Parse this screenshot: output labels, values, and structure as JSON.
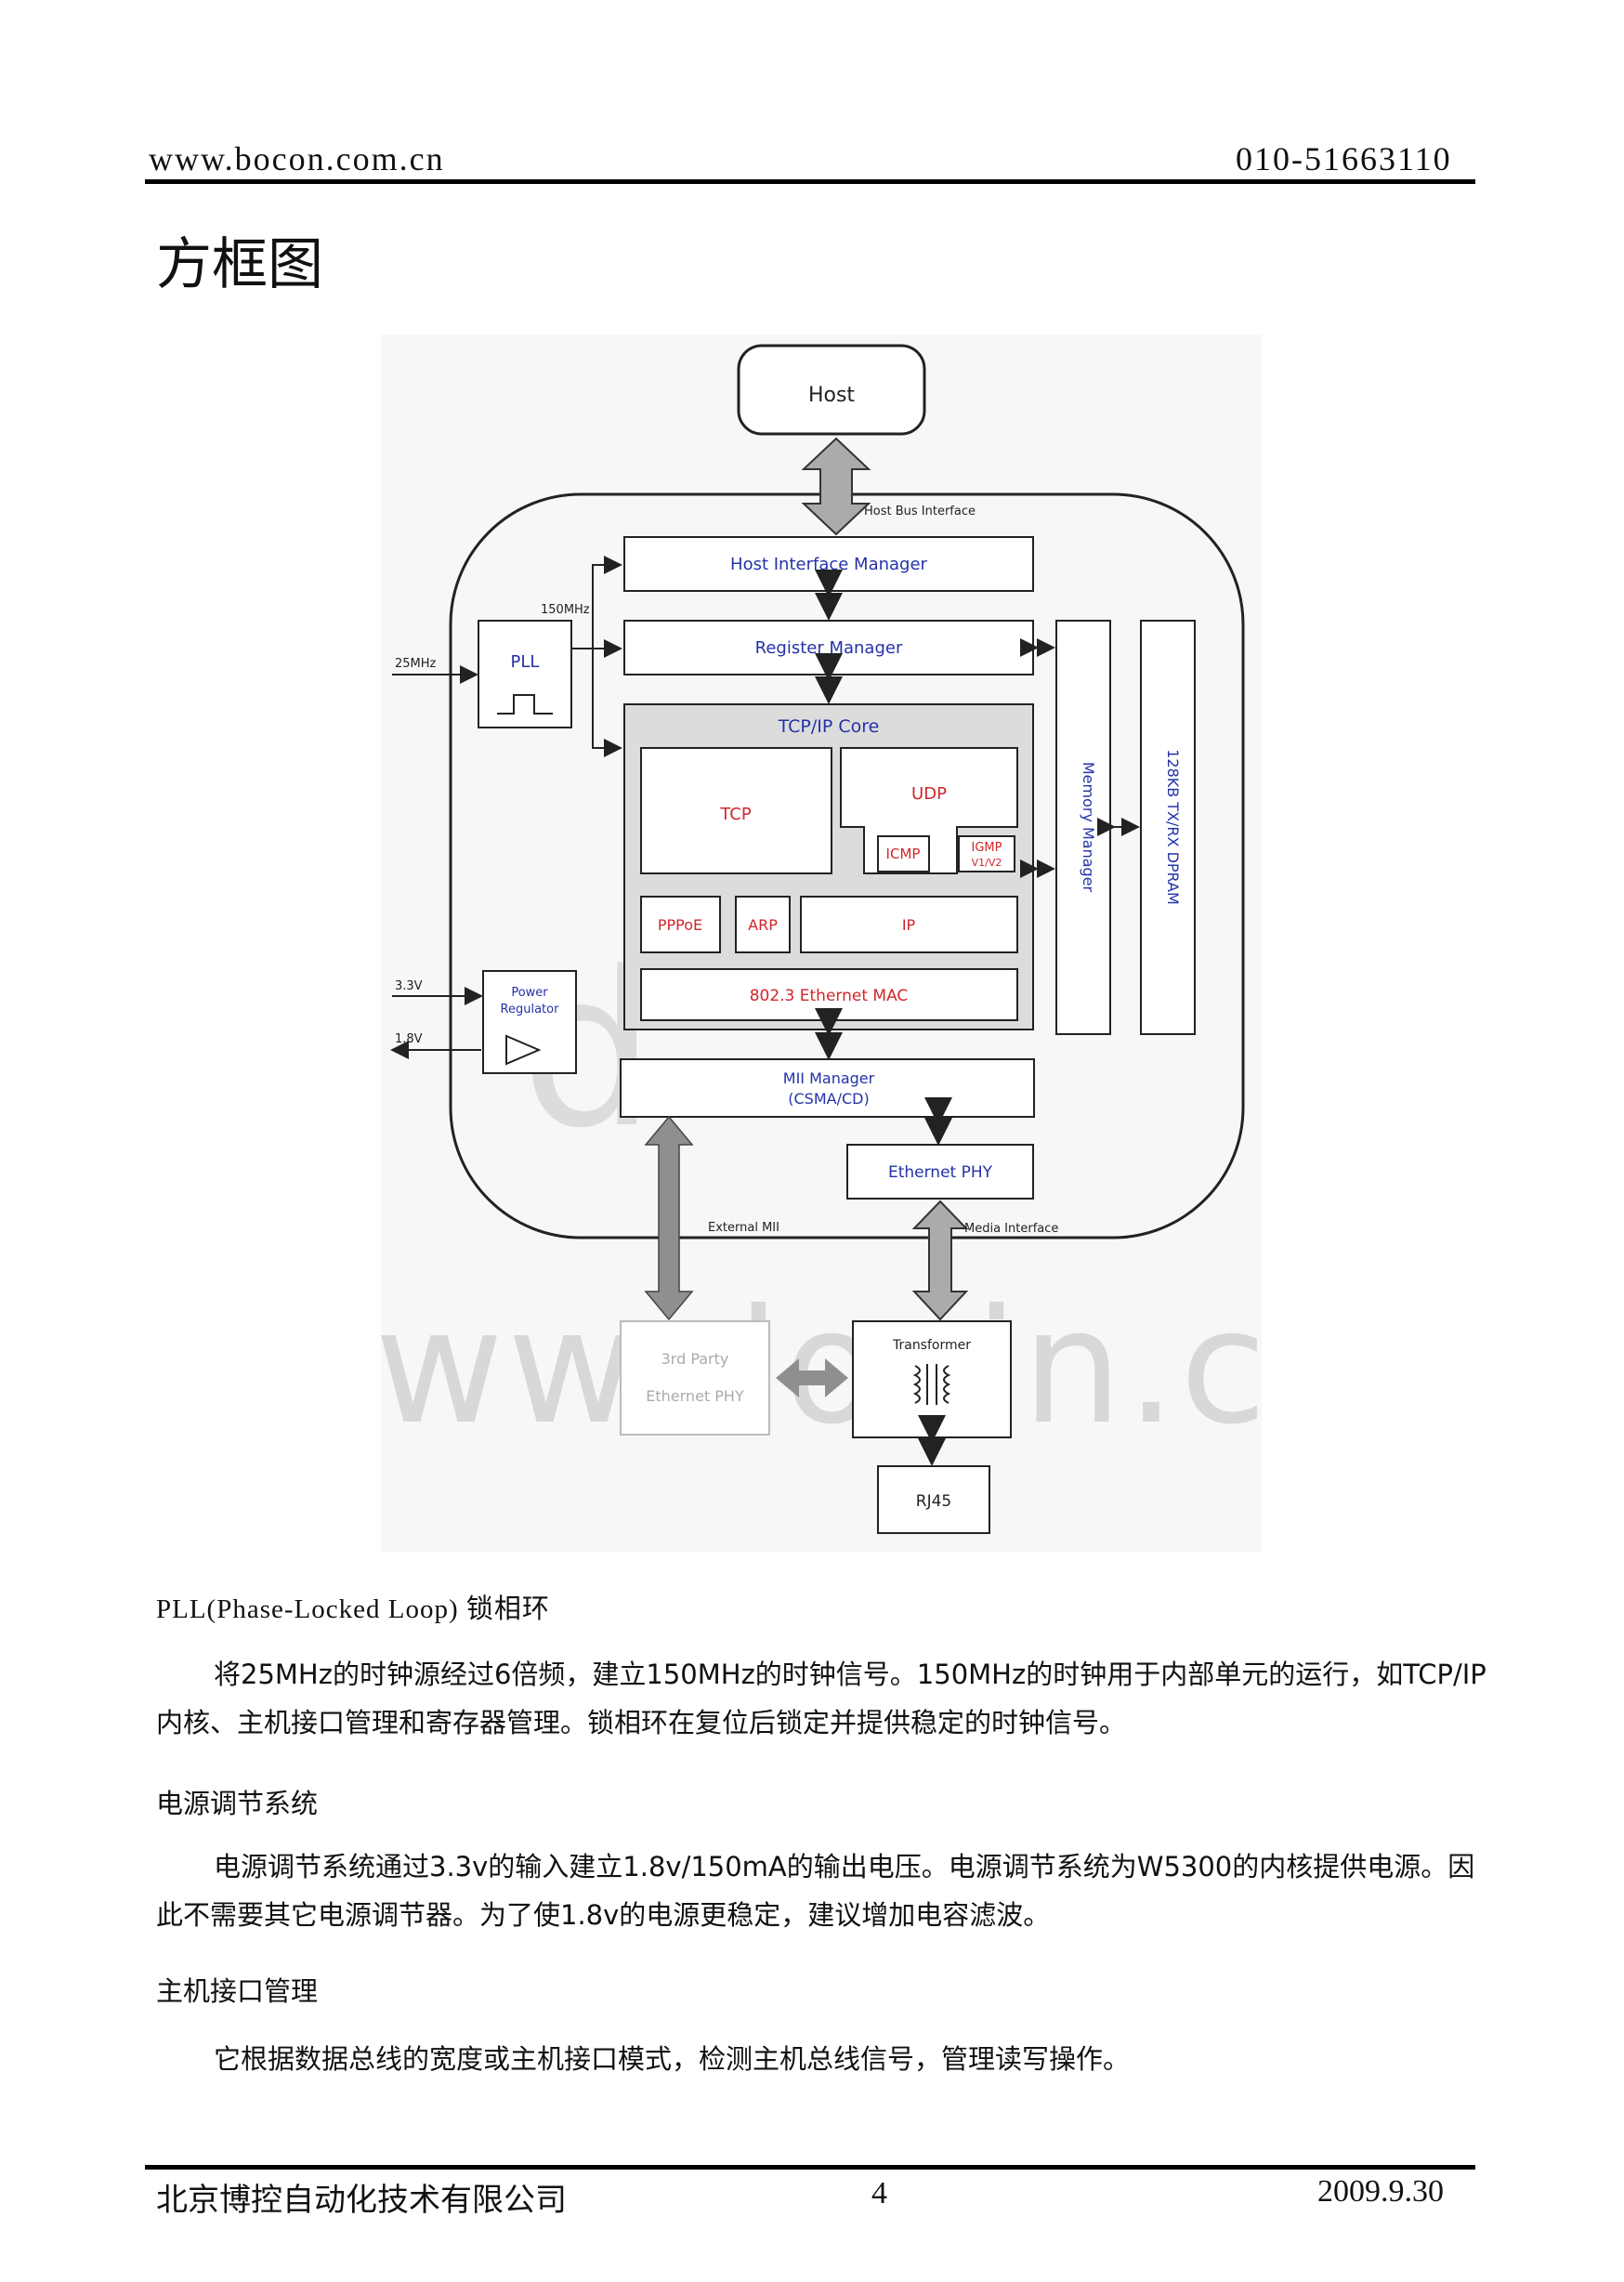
{
  "header": {
    "website": "www.bocon.com.cn",
    "phone": "010-51663110"
  },
  "page_title": "方框图",
  "diagram": {
    "host": "Host",
    "host_bus_interface": "Host Bus Interface",
    "host_interface_manager": "Host Interface Manager",
    "register_manager": "Register Manager",
    "pll": "PLL",
    "clock_in": "25MHz",
    "clock_out": "150MHz",
    "tcpip_core": "TCP/IP Core",
    "tcp": "TCP",
    "udp": "UDP",
    "icmp": "ICMP",
    "igmp_line1": "IGMP",
    "igmp_line2": "V1/V2",
    "pppoe": "PPPoE",
    "arp": "ARP",
    "ip": "IP",
    "ethernet_mac": "802.3 Ethernet MAC",
    "memory_manager": "Memory Manager",
    "dpram": "128KB TX/RX DPRAM",
    "power_line1": "Power",
    "power_line2": "Regulator",
    "v_in": "3.3V",
    "v_out": "1.8V",
    "mii_line1": "MII Manager",
    "mii_line2": "(CSMA/CD)",
    "ethernet_phy": "Ethernet PHY",
    "external_mii": "External MII",
    "media_interface": "Media Interface",
    "third_party_line1": "3rd Party",
    "third_party_line2": "Ethernet PHY",
    "transformer": "Transformer",
    "rj45": "RJ45",
    "watermark_top": "d",
    "watermark_bottom": "www.docin.com"
  },
  "sections": [
    {
      "heading": "PLL(Phase-Locked Loop) 锁相环",
      "body": "将25MHz的时钟源经过6倍频，建立150MHz的时钟信号。150MHz的时钟用于内部单元的运行，如TCP/IP内核、主机接口管理和寄存器管理。锁相环在复位后锁定并提供稳定的时钟信号。"
    },
    {
      "heading": "电源调节系统",
      "body": "电源调节系统通过3.3v的输入建立1.8v/150mA的输出电压。电源调节系统为W5300的内核提供电源。因此不需要其它电源调节器。为了使1.8v的电源更稳定，建议增加电容滤波。"
    },
    {
      "heading": "主机接口管理",
      "body": "它根据数据总线的宽度或主机接口模式，检测主机总线信号，管理读写操作。"
    }
  ],
  "footer": {
    "company": "北京博控自动化技术有限公司",
    "page_number": "4",
    "date": "2009.9.30"
  }
}
